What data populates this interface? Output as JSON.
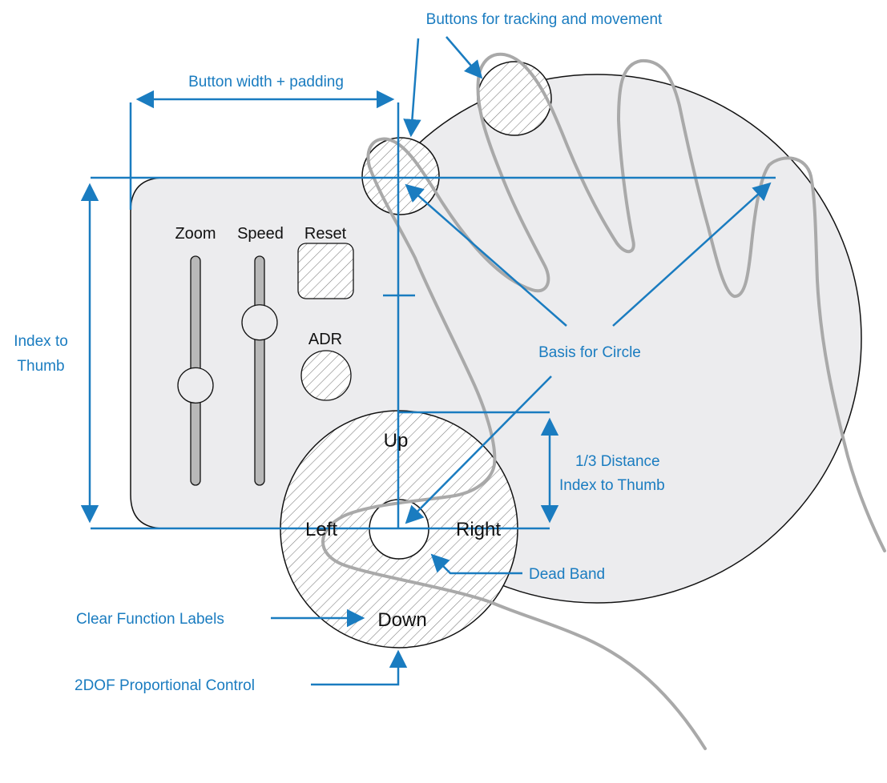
{
  "colors": {
    "annotation": "#1a7cc0",
    "hand_outline": "#a9a9a9",
    "panel_fill": "#ececee",
    "slider_track": "#b8b8b8",
    "outline": "#111111"
  },
  "annotations": {
    "buttons_tracking": "Buttons for tracking and movement",
    "button_width": "Button width + padding",
    "index_thumb_line1": "Index to",
    "index_thumb_line2": "Thumb",
    "basis_circle": "Basis for Circle",
    "third_distance_line1": "1/3 Distance",
    "third_distance_line2": "Index to Thumb",
    "dead_band": "Dead Band",
    "clear_labels": "Clear Function Labels",
    "proportional_control": "2DOF Proportional Control"
  },
  "panel": {
    "zoom_label": "Zoom",
    "speed_label": "Speed",
    "reset_label": "Reset",
    "adr_label": "ADR",
    "zoom_level": 0.43,
    "speed_level": 0.73
  },
  "dpad": {
    "up": "Up",
    "down": "Down",
    "left": "Left",
    "right": "Right"
  }
}
